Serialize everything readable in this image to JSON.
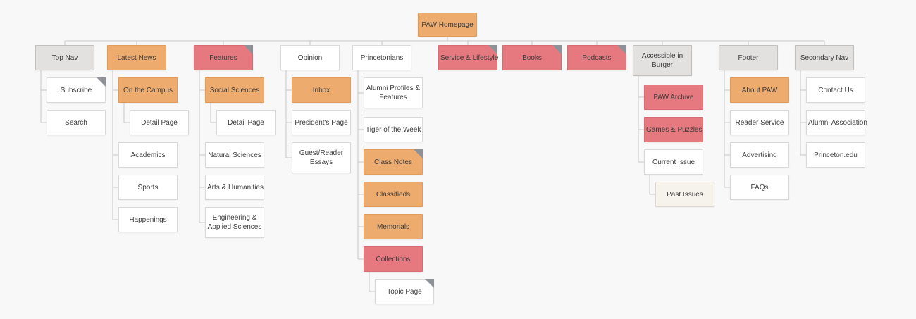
{
  "root": {
    "label": "PAW Homepage",
    "color": "orange"
  },
  "colors": {
    "orange": "#eeab6e",
    "red": "#e5797f",
    "gray_header": "#e3e0e0",
    "white": "#ffffff",
    "cream": "#f6f2ec",
    "fold": "#8e9297",
    "connector": "#c9c9c9",
    "background": "#f8f8f8",
    "text": "#3d3d3d"
  },
  "columns": [
    {
      "header": {
        "label": "Top Nav",
        "color": "gray"
      },
      "children": [
        {
          "label": "Subscribe",
          "color": "white",
          "fold": true
        },
        {
          "label": "Search",
          "color": "white"
        }
      ]
    },
    {
      "header": {
        "label": "Latest News",
        "color": "orange"
      },
      "children": [
        {
          "label": "On the Campus",
          "color": "orange"
        },
        {
          "label": "Detail Page",
          "color": "white",
          "nested": true
        },
        {
          "label": "Academics",
          "color": "white"
        },
        {
          "label": "Sports",
          "color": "white"
        },
        {
          "label": "Happenings",
          "color": "white"
        }
      ]
    },
    {
      "header": {
        "label": "Features",
        "color": "red",
        "fold": true
      },
      "children": [
        {
          "label": "Social Sciences",
          "color": "orange"
        },
        {
          "label": "Detail Page",
          "color": "white",
          "nested": true
        },
        {
          "label": "Natural Sciences",
          "color": "white"
        },
        {
          "label": "Arts & Humanities",
          "color": "white"
        },
        {
          "label": "Engineering & Applied Sciences",
          "color": "white"
        }
      ]
    },
    {
      "header": {
        "label": "Opinion",
        "color": "white"
      },
      "children": [
        {
          "label": "Inbox",
          "color": "orange"
        },
        {
          "label": "President's Page",
          "color": "white"
        },
        {
          "label": "Guest/Reader Essays",
          "color": "white"
        }
      ]
    },
    {
      "header": {
        "label": "Princetonians",
        "color": "white"
      },
      "children": [
        {
          "label": "Alumni Profiles & Features",
          "color": "white"
        },
        {
          "label": "Tiger of the Week",
          "color": "white"
        },
        {
          "label": "Class Notes",
          "color": "orange",
          "fold": true
        },
        {
          "label": "Classifieds",
          "color": "orange"
        },
        {
          "label": "Memorials",
          "color": "orange"
        },
        {
          "label": "Collections",
          "color": "red"
        },
        {
          "label": "Topic Page",
          "color": "white",
          "fold": true,
          "nested": true
        }
      ]
    },
    {
      "header": {
        "label": "Service & Lifestyle",
        "color": "red",
        "fold": true
      },
      "children": []
    },
    {
      "header": {
        "label": "Books",
        "color": "red",
        "fold": true
      },
      "children": []
    },
    {
      "header": {
        "label": "Podcasts",
        "color": "red",
        "fold": true
      },
      "children": []
    },
    {
      "header": {
        "label": "Accessible in Burger",
        "color": "gray"
      },
      "children": [
        {
          "label": "PAW Archive",
          "color": "red"
        },
        {
          "label": "Games & Puzzles",
          "color": "red"
        },
        {
          "label": "Current Issue",
          "color": "white"
        },
        {
          "label": "Past Issues",
          "color": "cream",
          "nested": true
        }
      ]
    },
    {
      "header": {
        "label": "Footer",
        "color": "gray"
      },
      "children": [
        {
          "label": "About PAW",
          "color": "orange"
        },
        {
          "label": "Reader Service",
          "color": "white"
        },
        {
          "label": "Advertising",
          "color": "white"
        },
        {
          "label": "FAQs",
          "color": "white"
        }
      ]
    },
    {
      "header": {
        "label": "Secondary Nav",
        "color": "gray"
      },
      "children": [
        {
          "label": "Contact Us",
          "color": "white"
        },
        {
          "label": "Alumni Association",
          "color": "white"
        },
        {
          "label": "Princeton.edu",
          "color": "white"
        }
      ]
    }
  ]
}
